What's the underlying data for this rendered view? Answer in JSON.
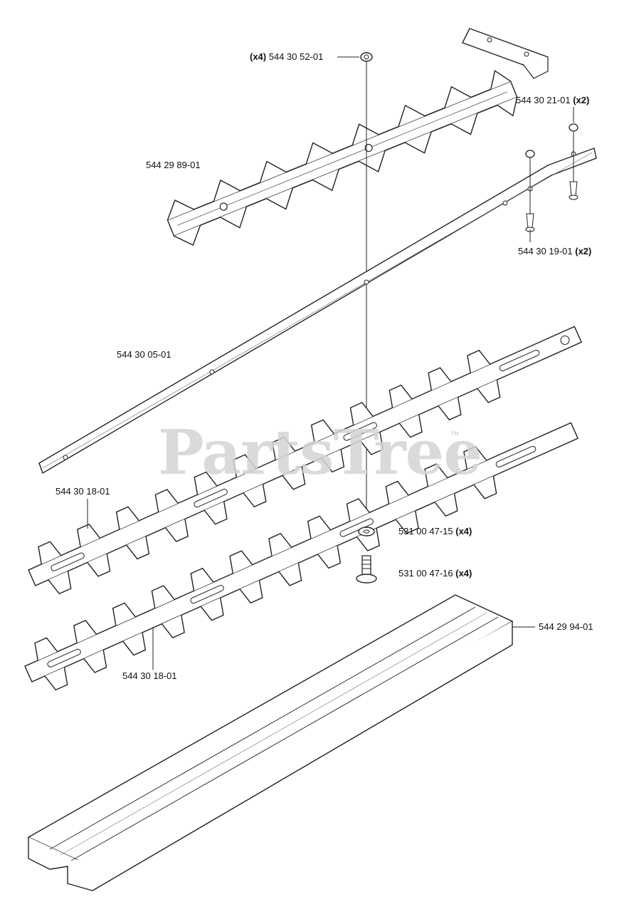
{
  "watermark": {
    "text": "PartsTree",
    "trademark": "™"
  },
  "callouts": {
    "nut_top": {
      "qty": "(x4)",
      "part": "544 30 52-01"
    },
    "nut_right": {
      "part": "544 30 21-01",
      "qty": "(x2)"
    },
    "upper_blade": {
      "part": "544 29 89-01"
    },
    "screw_right": {
      "part": "544 30 19-01",
      "qty": "(x2)"
    },
    "guide_bar": {
      "part": "544 30 05-01"
    },
    "blade_a": {
      "part": "544 30 18-01"
    },
    "washer": {
      "part": "531 00 47-15",
      "qty": "(x4)"
    },
    "bolt": {
      "part": "531 00 47-16",
      "qty": "(x4)"
    },
    "blade_guard": {
      "part": "544 29 94-01"
    },
    "blade_b": {
      "part": "544 30 18-01"
    }
  }
}
